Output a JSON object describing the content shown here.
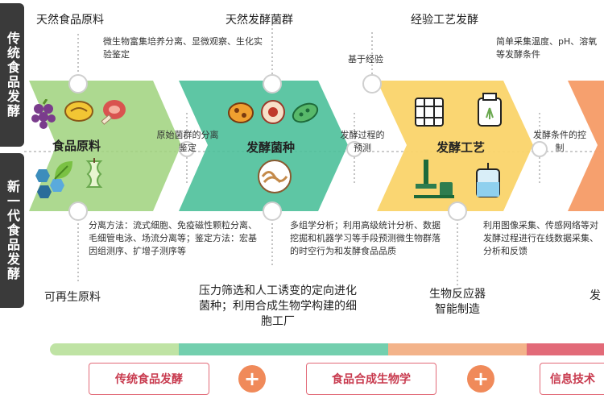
{
  "side_tabs": {
    "traditional": "传统食品发酵",
    "new_generation": "新一代食品发酵"
  },
  "top_headings": [
    "天然食品原料",
    "天然发酵菌群",
    "经验工艺发酵"
  ],
  "top_notes": {
    "microbe": "微生物富集培养分离、显微观察、生化实验鉴定",
    "experience": "基于经验",
    "sampling": "简单采集温度、pH、溶氧等发酵条件"
  },
  "stages": {
    "raw": "食品原料",
    "strain": "发酵菌种",
    "process": "发酵工艺"
  },
  "mid_notes": {
    "raw_to_strain": "原始菌群的分离鉴定",
    "strain_to_process": "发酵过程的预测",
    "process_to_next": "发酵条件的控制"
  },
  "bottom_notes": {
    "separation": "分离方法：流式细胞、免疫磁性颗粒分离、毛细管电泳、场流分离等；鉴定方法：宏基因组测序、扩增子测序等",
    "omics": "多组学分析；利用高级统计分析、数据挖掘和机器学习等手段预测微生物群落的时空行为和发酵食品品质",
    "imaging": "利用图像采集、传感网络等对发酵过程进行在线数据采集、分析和反馈"
  },
  "bottom_headings": {
    "renewable": "可再生原料",
    "screening": "压力筛选和人工诱变的定向进化菌种；利用合成生物学构建的细胞工厂",
    "bioreactor": "生物反应器智能制造",
    "partial": "发"
  },
  "buttons": [
    "传统食品发酵",
    "食品合成生物学",
    "信息技术"
  ],
  "plus_symbol": "+",
  "colors": {
    "raw": "#9fd27c",
    "strain": "#4cc09a",
    "process": "#fad46a",
    "next": "#f59b66",
    "accent": "#e26a78"
  },
  "icons": [
    "grape-icon",
    "bean-icon",
    "meat-icon",
    "apple-core-icon",
    "hexagon-icon",
    "leaf-icon",
    "bacteria-icon",
    "cell-icon",
    "microbe-icon",
    "colony-icon",
    "barrel-icon",
    "tank-icon",
    "pipette-icon",
    "flask-icon"
  ]
}
